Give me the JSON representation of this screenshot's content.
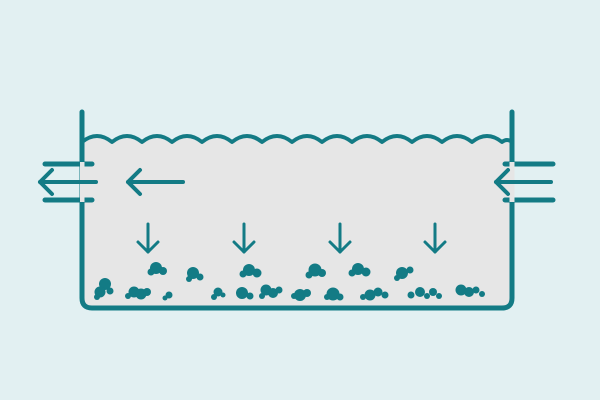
{
  "colors": {
    "background": "#e2f0f2",
    "tank_fill": "#e6e6e6",
    "stroke": "#137b85",
    "sediment": "#137b85"
  },
  "icons": {
    "water_surface": "wave-icon",
    "flow_direction": "left-arrow-icon",
    "settling_direction": "down-arrow-icon",
    "particles": "sediment-particle-icon"
  },
  "diagram": {
    "settling_arrow_count": 4,
    "internal_flow_arrow_count": 1,
    "inlet_count": 1,
    "outlet_count": 1
  }
}
